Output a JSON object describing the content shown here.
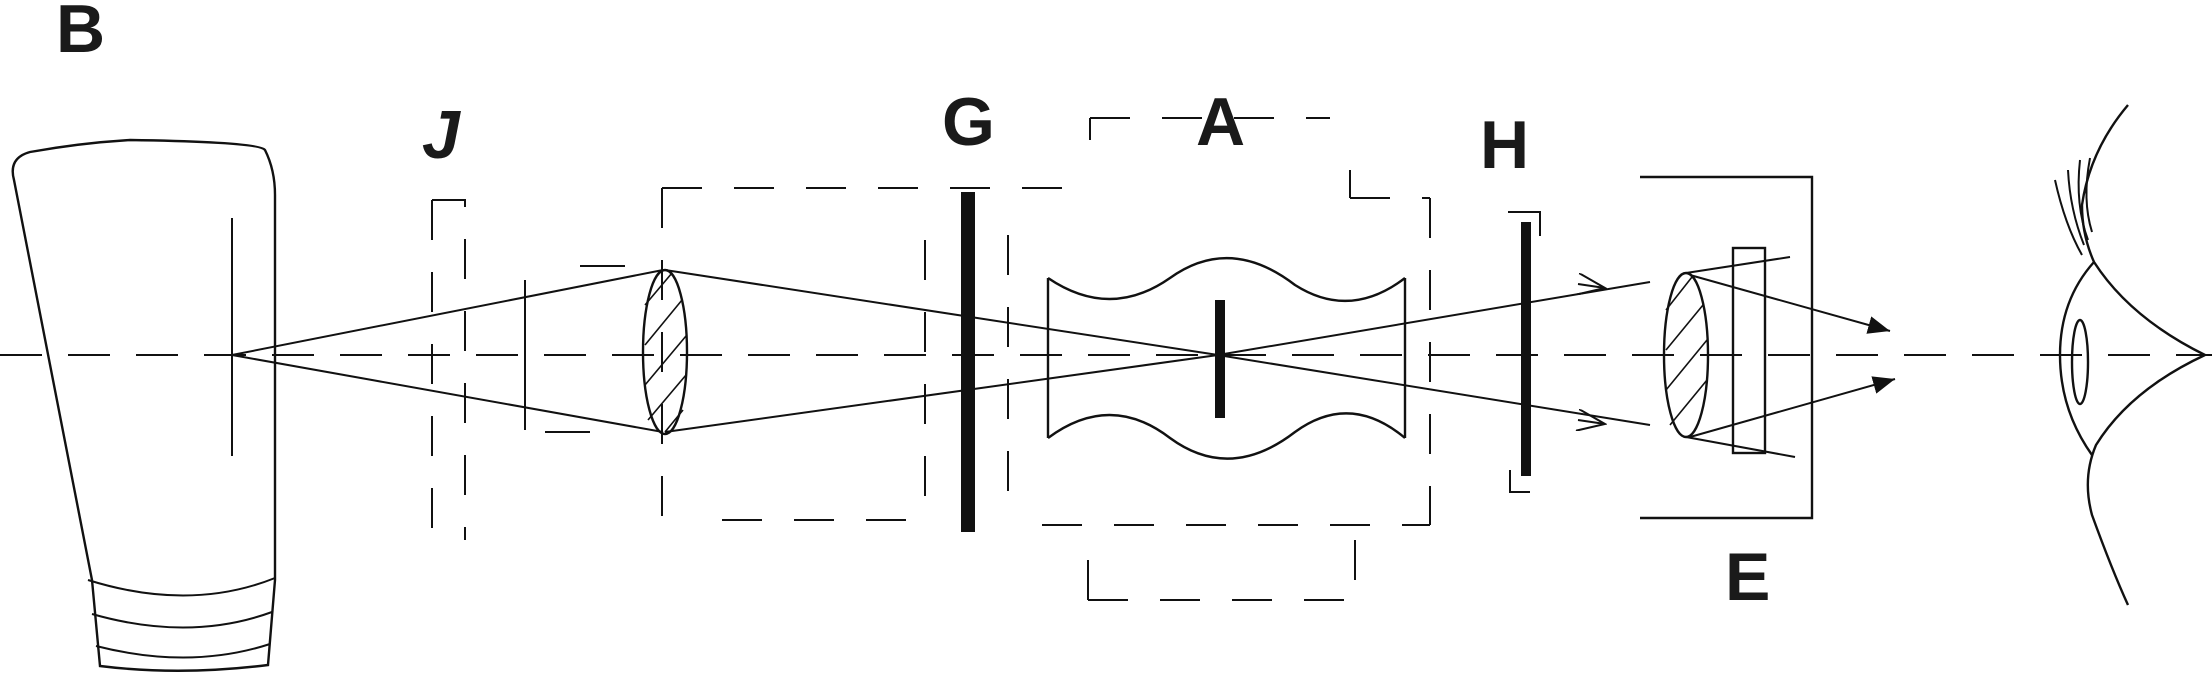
{
  "labels": {
    "B": "B",
    "J": "J",
    "G": "G",
    "A": "A",
    "H": "H",
    "E": "E"
  },
  "colors": {
    "ink": "#111111",
    "background": "#ffffff"
  }
}
